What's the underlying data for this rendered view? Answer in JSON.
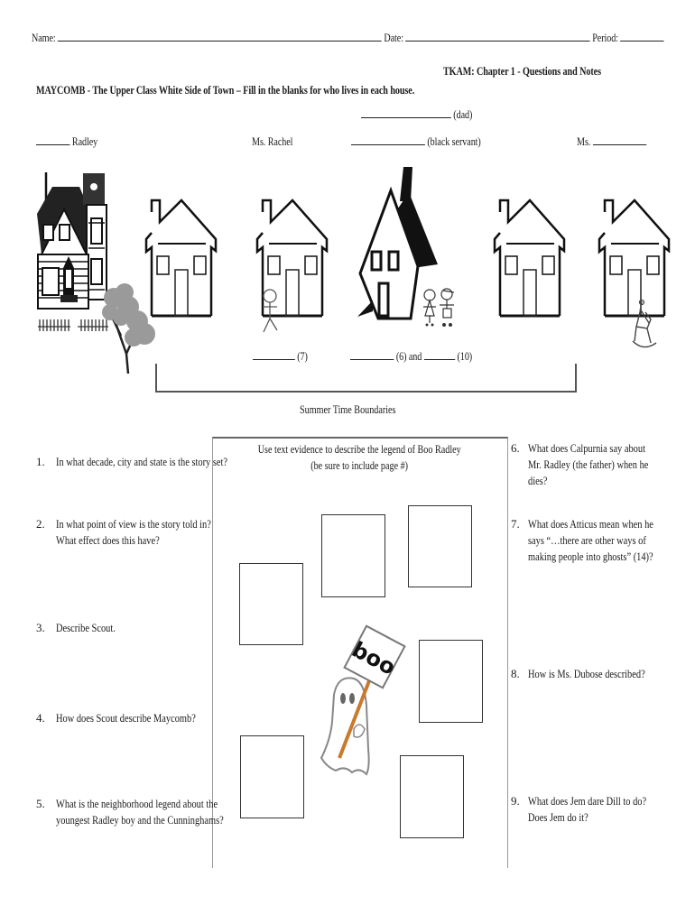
{
  "header": {
    "name_label": "Name:",
    "date_label": "Date:",
    "period_label": "Period:"
  },
  "title": {
    "chapter": "TKAM: Chapter 1 - Questions and Notes",
    "section": "MAYCOMB - The Upper Class White Side of Town – Fill in the blanks for who lives in each house."
  },
  "houses": {
    "dad_label": "(dad)",
    "labels": [
      {
        "blank": true,
        "text": "Radley"
      },
      {
        "blank": false,
        "text": "Ms. Rachel"
      },
      {
        "blank": true,
        "text": "(black servant)"
      },
      {
        "blank": true,
        "text": "Ms."
      }
    ],
    "under_labels": {
      "seven": "(7)",
      "six_and": "(6) and",
      "ten": "(10)"
    },
    "boundary_label": "Summer Time Boundaries"
  },
  "center_panel": {
    "instruction_line1": "Use text evidence to describe the legend of  Boo Radley",
    "instruction_line2": "(be sure to include page #)",
    "sign_text": "boo"
  },
  "questions_left": [
    {
      "num": "1.",
      "text": "In what decade, city and state is the story set?"
    },
    {
      "num": "2.",
      "text": "In what point of view is the story told in? What effect does this have?"
    },
    {
      "num": "3.",
      "text": "Describe Scout."
    },
    {
      "num": "4.",
      "text": "How does Scout describe Maycomb?"
    },
    {
      "num": "5.",
      "text": "What is the neighborhood legend about the youngest Radley boy and the Cunninghams?"
    }
  ],
  "questions_right": [
    {
      "num": "6.",
      "text": "What does Calpurnia say about Mr. Radley (the father) when he dies?"
    },
    {
      "num": "7.",
      "text": "What does Atticus mean when he says “…there are other ways of making people into ghosts” (14)?"
    },
    {
      "num": "8.",
      "text": "How is Ms. Dubose described?"
    },
    {
      "num": "9.",
      "text": "What does Jem dare Dill to do? Does Jem do it?"
    }
  ]
}
